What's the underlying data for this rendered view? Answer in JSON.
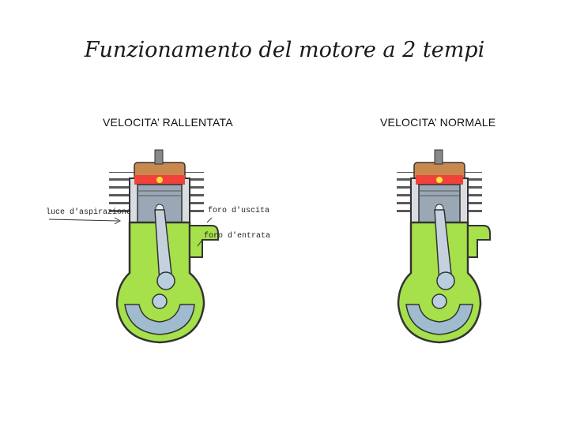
{
  "slide": {
    "title": "Funzionamento del motore a 2 tempi"
  },
  "left_panel": {
    "caption": "VELOCITA’ RALLENTATA",
    "labels": {
      "intake_port": "luce d'aspirazione",
      "exhaust_port": "foro d'uscita",
      "transfer_port": "foro d'entrata"
    }
  },
  "right_panel": {
    "caption": "VELOCITA’ NORMALE"
  },
  "colors": {
    "mixture_green": "#a6e04a",
    "combustion_red": "#f0423a",
    "cylinder_head": "#c9894e",
    "cylinder_gray": "#9aa7b5",
    "crankcase_outline": "#333333"
  }
}
